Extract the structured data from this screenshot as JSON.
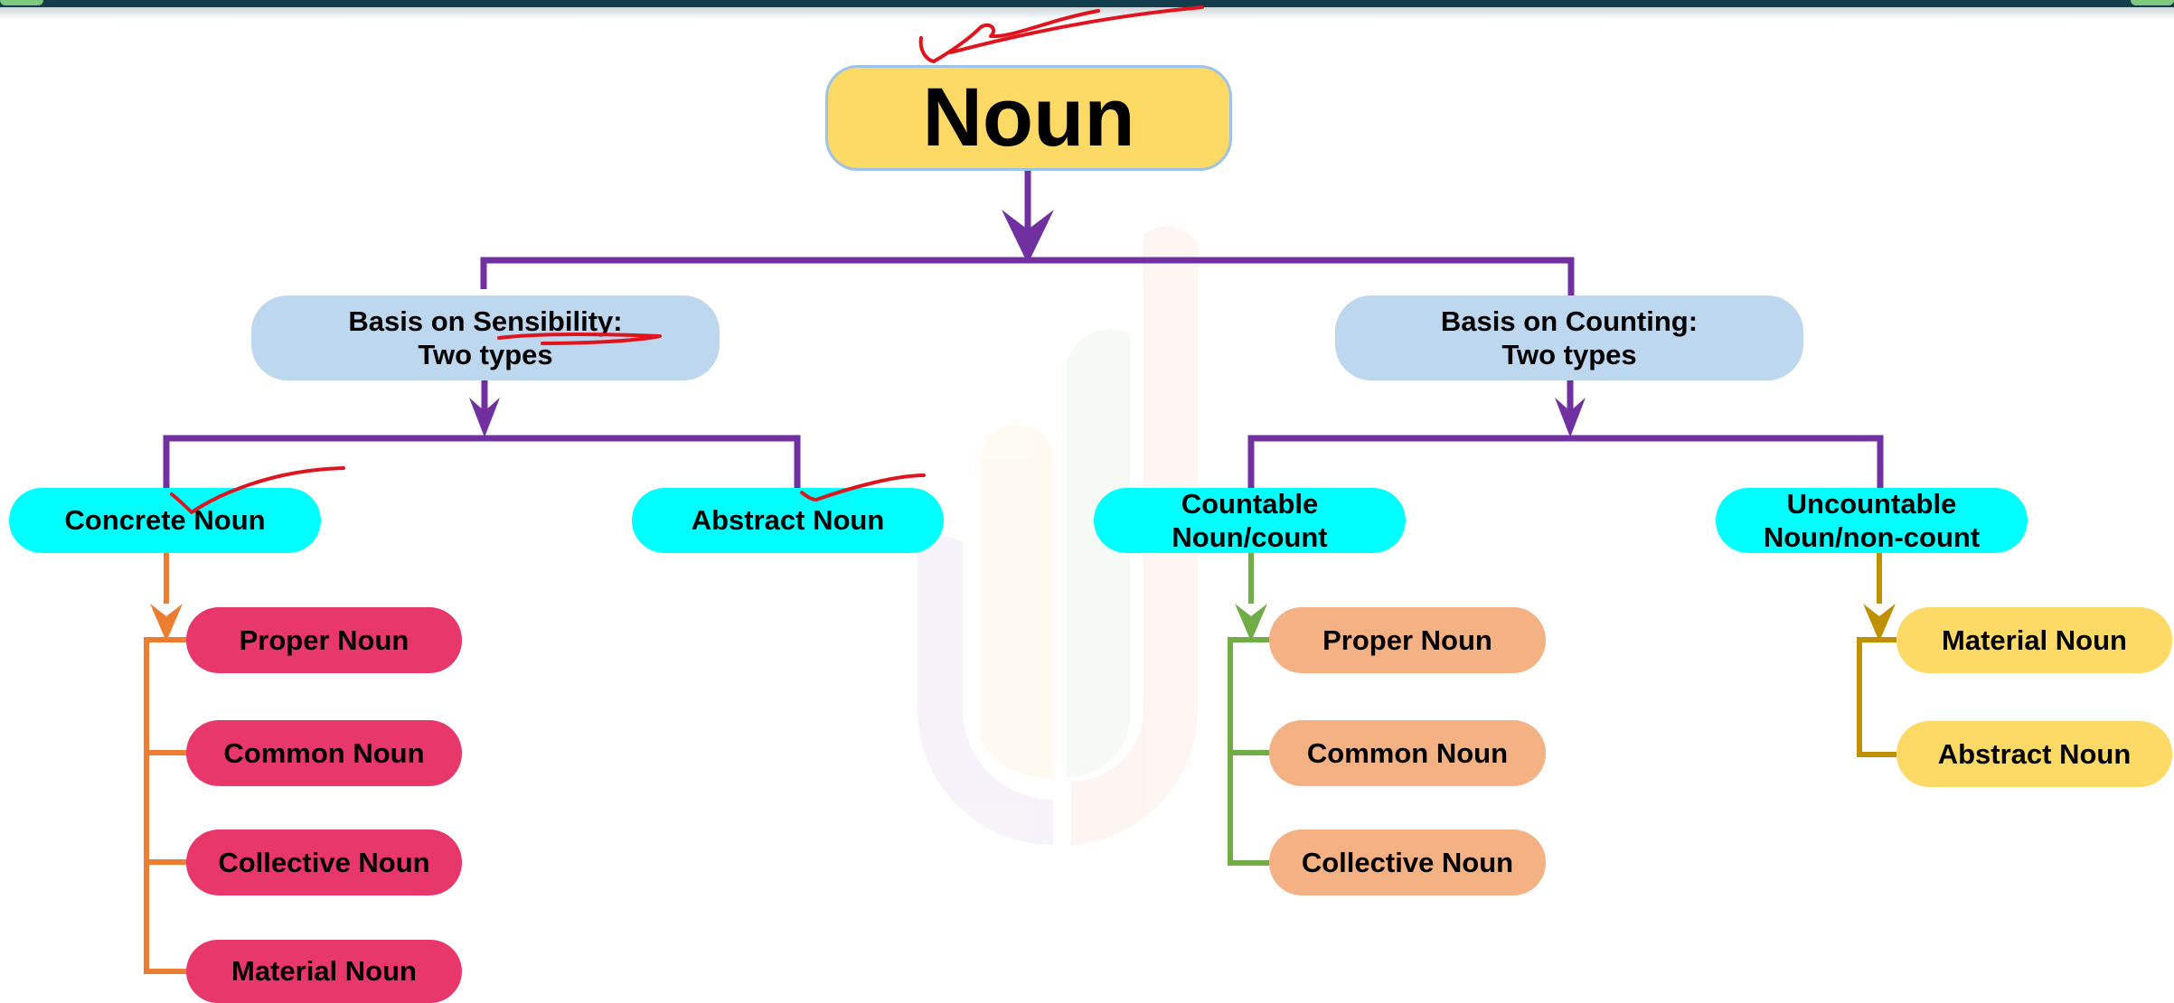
{
  "root": {
    "label": "Noun"
  },
  "basis": {
    "sensibility": {
      "line1": "Basis on Sensibility:",
      "line2": "Two types"
    },
    "counting": {
      "line1": "Basis on Counting:",
      "line2": "Two types"
    }
  },
  "categories": {
    "concrete": {
      "label": "Concrete Noun"
    },
    "abstract": {
      "label": "Abstract Noun"
    },
    "countable": {
      "line1": "Countable",
      "line2": "Noun/count"
    },
    "uncountable": {
      "line1": "Uncountable",
      "line2": "Noun/non-count"
    }
  },
  "concrete_types": [
    "Proper Noun",
    "Common Noun",
    "Collective Noun",
    "Material Noun"
  ],
  "countable_types": [
    "Proper Noun",
    "Common Noun",
    "Collective Noun"
  ],
  "uncountable_types": [
    "Material Noun",
    "Abstract Noun"
  ],
  "colors": {
    "connector_main": "#7030a0",
    "connector_concrete": "#ed7d31",
    "connector_countable": "#70ad47",
    "connector_uncountable": "#bf9000",
    "root_fill": "#fdd966",
    "basis_fill": "#bdd7ee",
    "category_fill": "#00ffff",
    "concrete_leaf_fill": "#e8376a",
    "countable_leaf_fill": "#f4b183",
    "uncountable_leaf_fill": "#fdd966",
    "annotation_ink": "#e0141e"
  }
}
